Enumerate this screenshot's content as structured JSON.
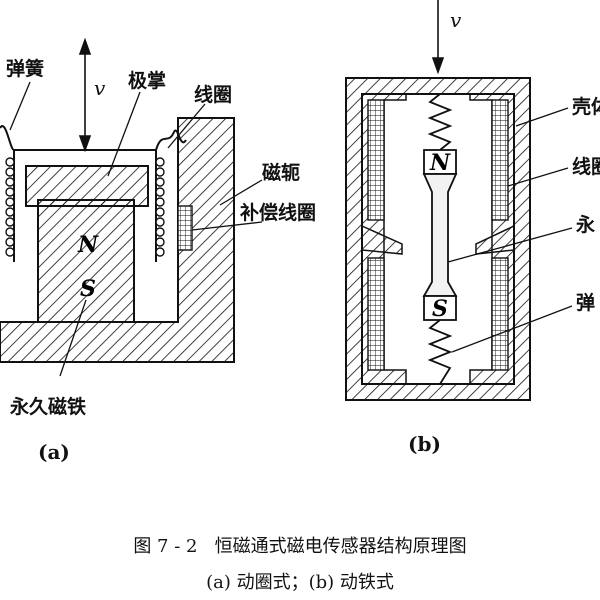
{
  "labels_a": {
    "spring": "弹簧",
    "velocity": "v",
    "pole_shoe": "极掌",
    "coil": "线圈",
    "yoke": "磁轭",
    "comp_coil": "补偿线圈",
    "magnet": "永久磁铁",
    "pole_n": "N",
    "pole_s": "S"
  },
  "labels_b": {
    "velocity": "v",
    "shell": "壳体",
    "coil": "线圈",
    "magnet": "永",
    "spring": "弹",
    "pole_n": "N",
    "pole_s": "S"
  },
  "sub_a": "(a)",
  "sub_b": "(b)",
  "caption_line1": "图 7 - 2   恒磁通式磁电传感器结构原理图",
  "caption_line2": "(a) 动圈式；(b) 动铁式"
}
